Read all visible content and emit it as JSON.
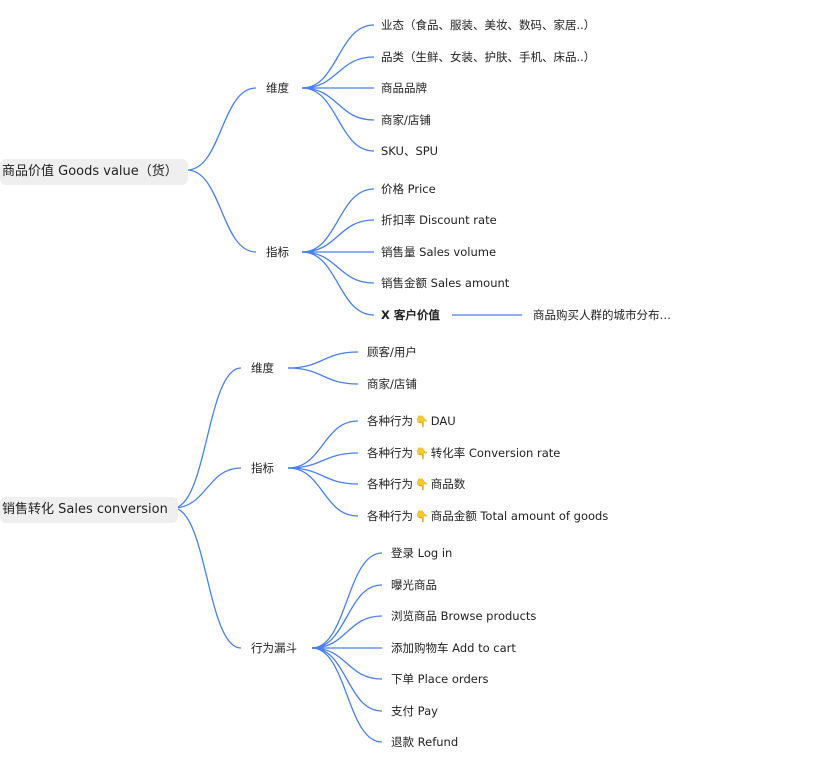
{
  "colors": {
    "branch": "#4a80e8",
    "root_bg": "#efefef"
  },
  "tree1": {
    "root": "商品价值 Goods value（货）",
    "dim": {
      "label": "维度",
      "items": [
        "业态（食品、服装、美妆、数码、家居..）",
        "品类（生鲜、女装、护肤、手机、床品..）",
        "商品品牌",
        "商家/店铺",
        "SKU、SPU"
      ]
    },
    "metric": {
      "label": "指标",
      "items": [
        "价格 Price",
        "折扣率 Discount rate",
        "销售量 Sales volume",
        "销售金额 Sales amount",
        "X 客户价值"
      ],
      "child_of_last": "商品购买人群的城市分布…"
    }
  },
  "tree2": {
    "root": "销售转化 Sales conversion",
    "dim": {
      "label": "维度",
      "items": [
        "顾客/用户",
        "商家/店铺"
      ]
    },
    "metric": {
      "label": "指标",
      "items": [
        {
          "pre": "各种行为",
          "icon": "pointing-hand-icon",
          "post": "DAU"
        },
        {
          "pre": "各种行为",
          "icon": "pointing-hand-icon",
          "post": "转化率 Conversion rate"
        },
        {
          "pre": "各种行为",
          "icon": "pointing-hand-icon",
          "post": "商品数"
        },
        {
          "pre": "各种行为",
          "icon": "pointing-hand-icon",
          "post": "商品金额 Total amount of goods"
        }
      ]
    },
    "funnel": {
      "label": "行为漏斗",
      "items": [
        "登录 Log in",
        "曝光商品",
        "浏览商品 Browse products",
        "添加购物车 Add to cart",
        "下单 Place orders",
        "支付 Pay",
        "退款 Refund"
      ]
    }
  }
}
